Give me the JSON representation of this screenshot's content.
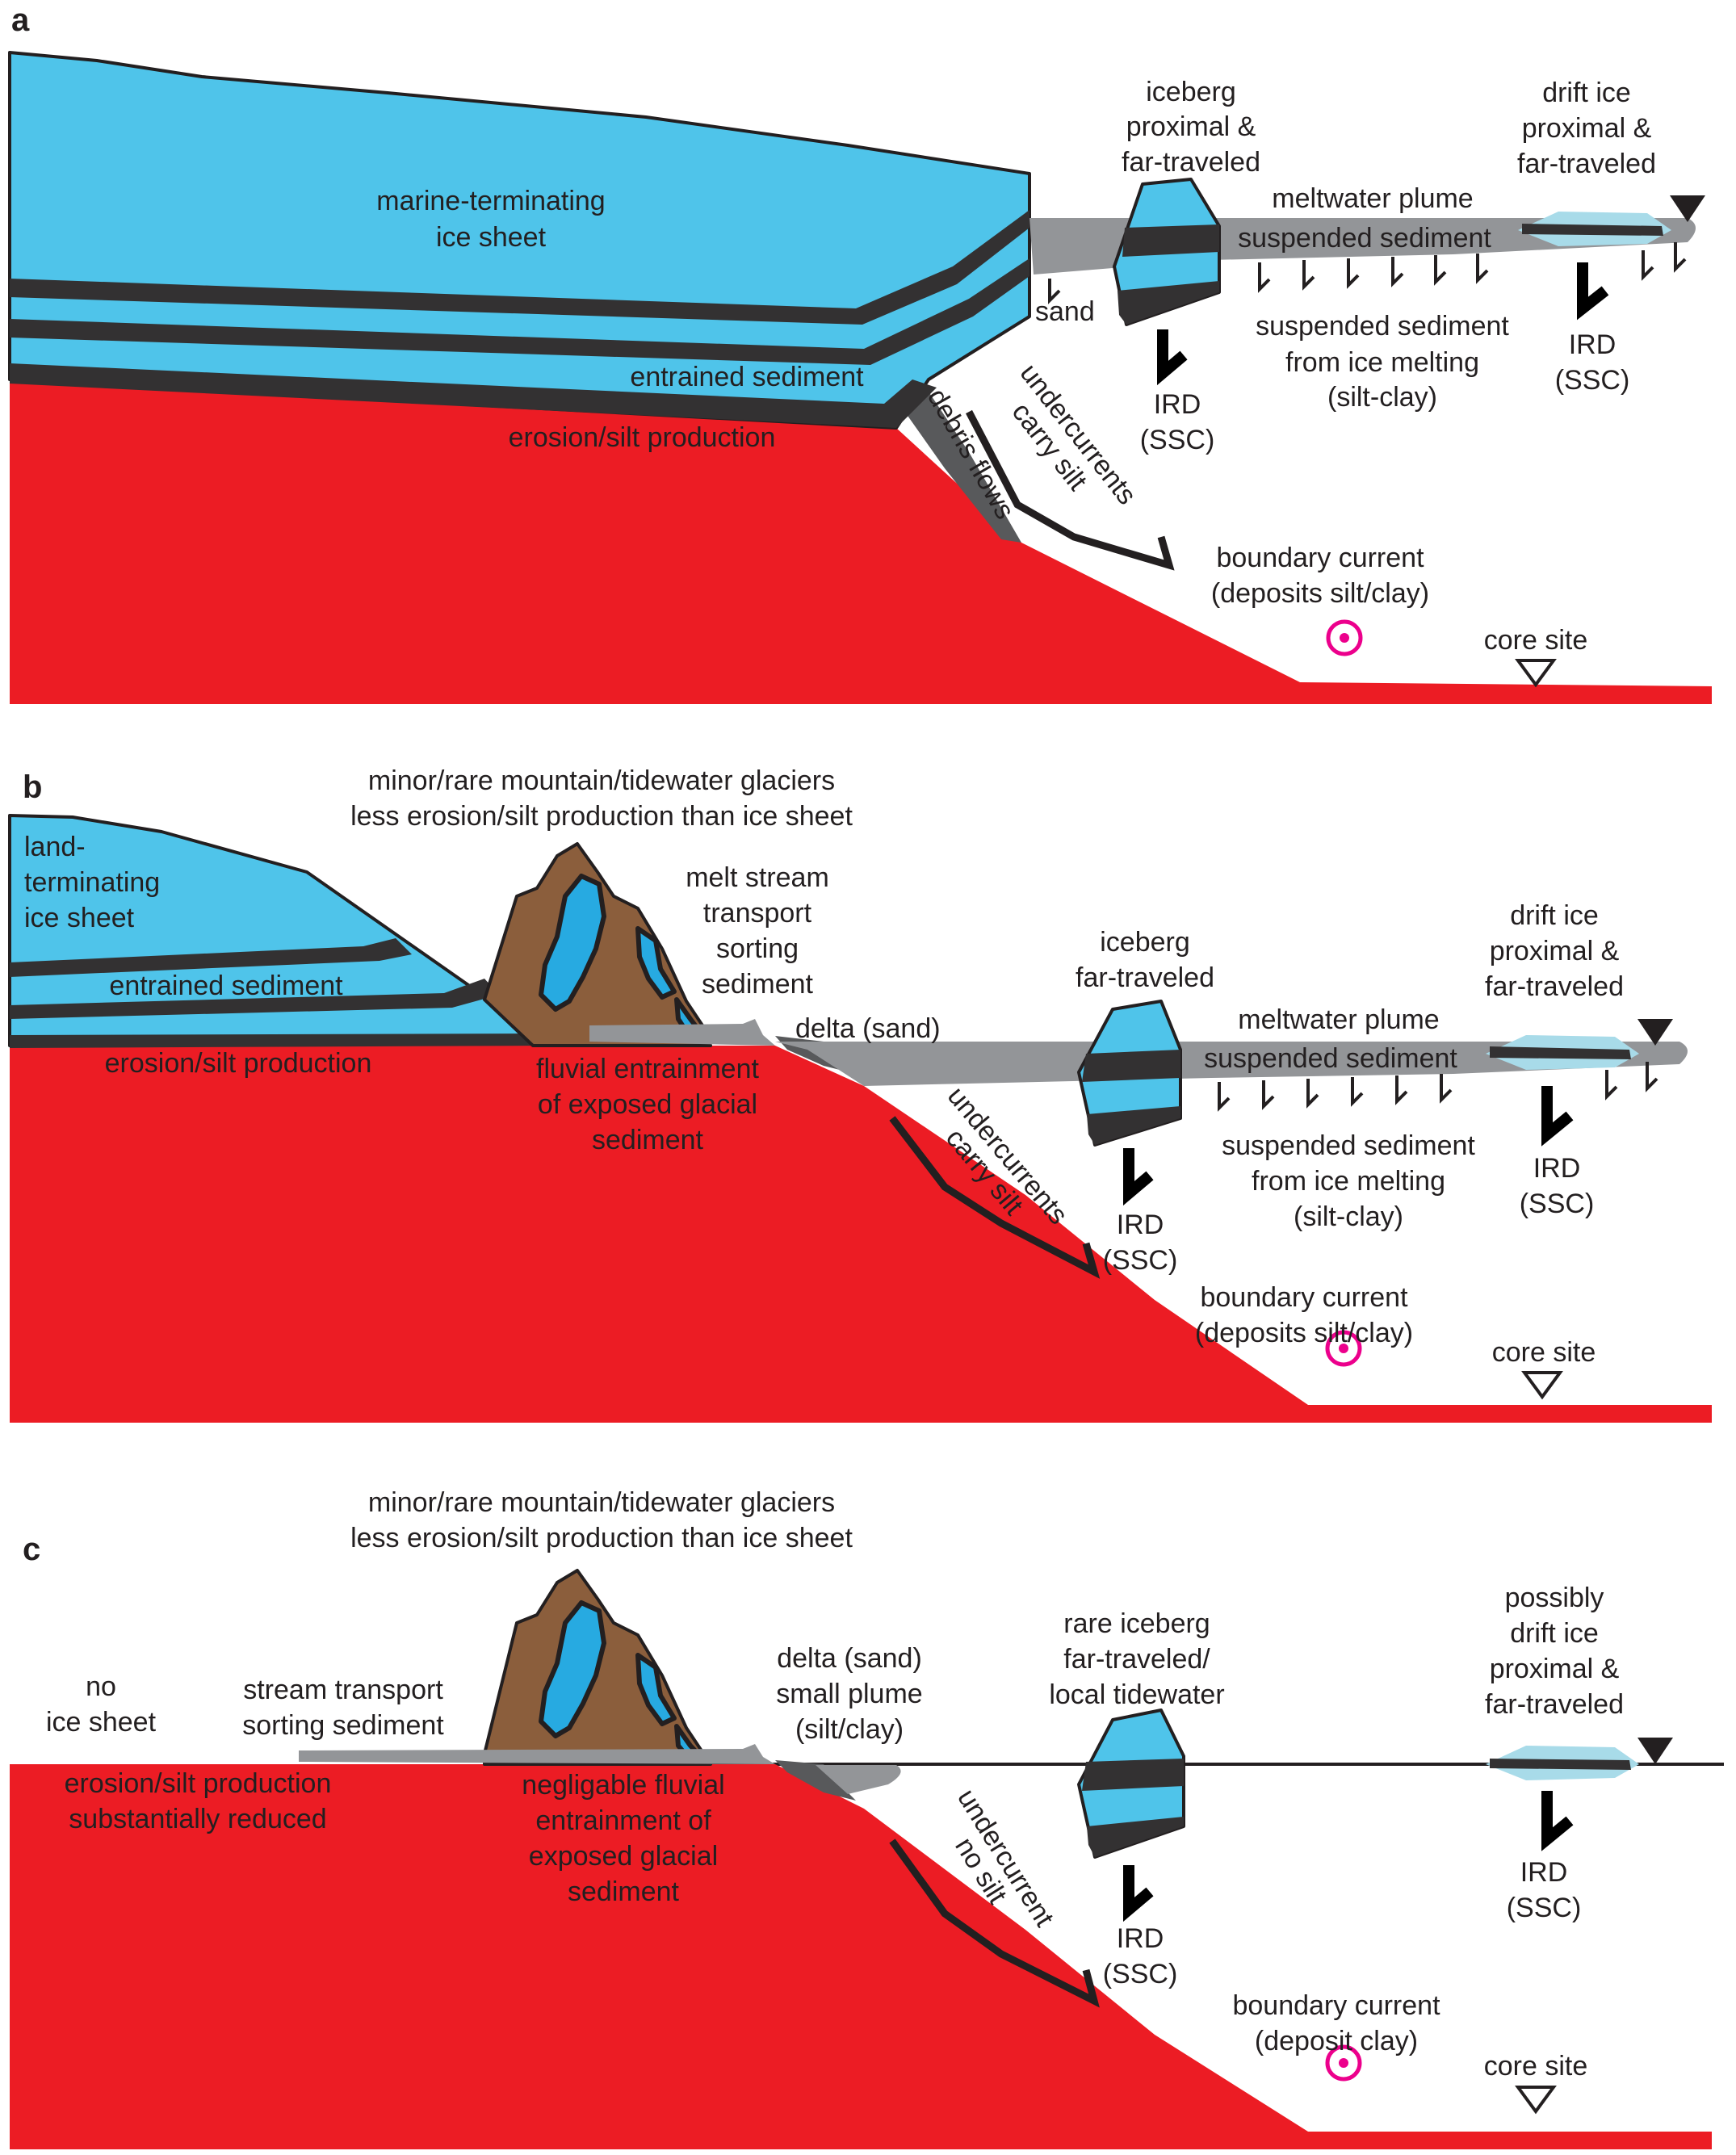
{
  "panels": [
    {
      "id": "a",
      "label": "a",
      "labels": {
        "ice_sheet": [
          "marine-terminating",
          "ice sheet"
        ],
        "entrained": "entrained sediment",
        "erosion": "erosion/silt production",
        "sand": "sand",
        "debris": "debris flows",
        "undercurrents": [
          "undercurrents",
          "carry silt"
        ],
        "iceberg": [
          "iceberg",
          "proximal &",
          "far-traveled"
        ],
        "ird1": [
          "IRD",
          "(SSC)"
        ],
        "plume": [
          "meltwater plume",
          "suspended sediment"
        ],
        "melt": [
          "suspended sediment",
          "from ice melting",
          "(silt-clay)"
        ],
        "drift": [
          "drift ice",
          "proximal &",
          "far-traveled"
        ],
        "ird2": [
          "IRD",
          "(SSC)"
        ],
        "boundary": [
          "boundary current",
          "(deposits silt/clay)"
        ],
        "core": "core site"
      }
    },
    {
      "id": "b",
      "label": "b",
      "labels": {
        "glaciers": [
          "minor/rare mountain/tidewater glaciers",
          "less erosion/silt production than ice sheet"
        ],
        "ice_sheet": [
          "land-",
          "terminating",
          "ice sheet"
        ],
        "entrained": "entrained sediment",
        "erosion": "erosion/silt production",
        "stream": [
          "melt stream",
          "transport",
          "sorting",
          "sediment"
        ],
        "delta": "delta (sand)",
        "fluvial": [
          "fluvial entrainment",
          "of exposed glacial",
          "sediment"
        ],
        "undercurrents": [
          "undercurrents",
          "carry silt"
        ],
        "iceberg": [
          "iceberg",
          "far-traveled"
        ],
        "ird1": [
          "IRD",
          "(SSC)"
        ],
        "plume": [
          "meltwater plume",
          "suspended sediment"
        ],
        "melt": [
          "suspended sediment",
          "from ice melting",
          "(silt-clay)"
        ],
        "drift": [
          "drift ice",
          "proximal &",
          "far-traveled"
        ],
        "ird2": [
          "IRD",
          "(SSC)"
        ],
        "boundary": [
          "boundary current",
          "(deposits silt/clay)"
        ],
        "core": "core site"
      }
    },
    {
      "id": "c",
      "label": "c",
      "labels": {
        "glaciers": [
          "minor/rare mountain/tidewater glaciers",
          "less erosion/silt production than ice sheet"
        ],
        "no_ice": [
          "no",
          "ice sheet"
        ],
        "stream": [
          "stream transport",
          "sorting sediment"
        ],
        "erosion": [
          "erosion/silt production",
          "substantially reduced"
        ],
        "fluvial": [
          "negligable fluvial",
          "entrainment of",
          "exposed glacial",
          "sediment"
        ],
        "delta": [
          "delta (sand)",
          "small plume",
          "(silt/clay)"
        ],
        "undercurrents": [
          "undercurrent",
          "no silt"
        ],
        "iceberg": [
          "rare iceberg",
          "far-traveled/",
          "local tidewater"
        ],
        "ird1": [
          "IRD",
          "(SSC)"
        ],
        "drift": [
          "possibly",
          "drift ice",
          "proximal &",
          "far-traveled"
        ],
        "ird2": [
          "IRD",
          "(SSC)"
        ],
        "boundary": [
          "boundary current",
          "(deposit clay)"
        ],
        "core": "core site"
      }
    }
  ],
  "colors": {
    "ice": "#4fc4ea",
    "bedrock": "#ec1c24",
    "sediment_band": "#333132",
    "plume": "#939598",
    "mountain": "#8b5e3c",
    "glacier": "#27aae1",
    "drift_ice": "#a8dbe9",
    "core_target": "#ec008c"
  }
}
